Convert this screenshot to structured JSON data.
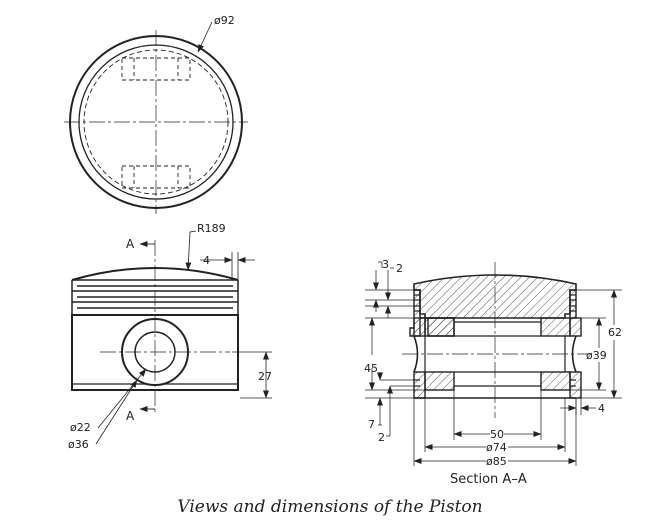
{
  "caption": "Views and dimensions of the Piston",
  "top_view": {
    "dim_diameter": "ø92"
  },
  "front_view": {
    "dim_radius": "R189",
    "dim_groove_offset": "4",
    "dim_pin_height": "27",
    "dim_pin_bore": "ø22",
    "dim_boss": "ø36",
    "section_mark_top": "A",
    "section_mark_bottom": "A"
  },
  "section_view": {
    "title": "Section A–A",
    "dim_ring_groove": "3",
    "dim_ring_land": "2",
    "dim_total_height": "62",
    "dim_pin_zone": "45",
    "dim_pin_hole": "ø39",
    "dim_lower_groove": "7",
    "dim_lower_land": "2",
    "dim_wall": "4",
    "dim_bore_width": "50",
    "dim_inner": "ø74",
    "dim_outer": "ø85"
  }
}
